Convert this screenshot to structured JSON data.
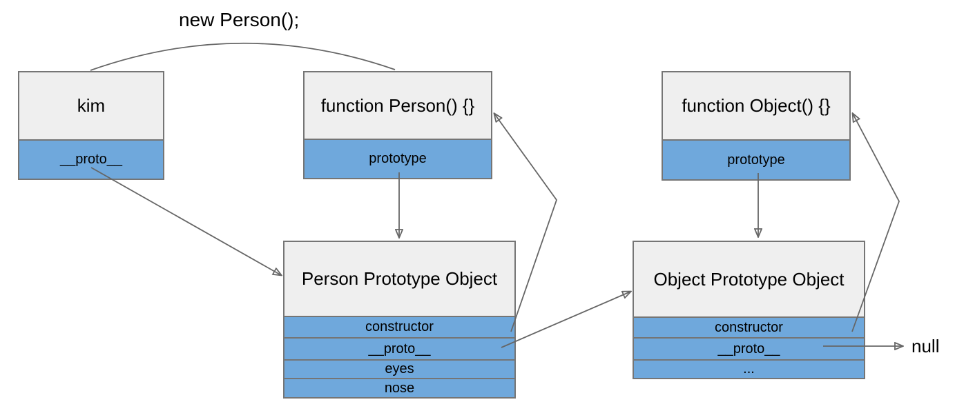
{
  "labels": {
    "new_person": "new Person();",
    "null_label": "null"
  },
  "nodes": {
    "kim": {
      "title": "kim",
      "rows": [
        "__proto__"
      ]
    },
    "function_person": {
      "title": "function Person() {}",
      "rows": [
        "prototype"
      ]
    },
    "function_object": {
      "title": "function Object() {}",
      "rows": [
        "prototype"
      ]
    },
    "person_prototype": {
      "title": "Person Prototype Object",
      "rows": [
        "constructor",
        "__proto__",
        "eyes",
        "nose"
      ]
    },
    "object_prototype": {
      "title": "Object Prototype Object",
      "rows": [
        "constructor",
        "__proto__",
        "..."
      ]
    }
  },
  "edges": [
    {
      "from": "kim",
      "to": "function_person",
      "label": "new Person();",
      "style": "arc",
      "arrowhead": false
    },
    {
      "from": "kim.__proto__",
      "to": "person_prototype",
      "arrowhead": true
    },
    {
      "from": "function_person.prototype",
      "to": "person_prototype",
      "arrowhead": true
    },
    {
      "from": "person_prototype.constructor",
      "to": "function_person",
      "arrowhead": true
    },
    {
      "from": "person_prototype.__proto__",
      "to": "object_prototype",
      "arrowhead": true
    },
    {
      "from": "function_object.prototype",
      "to": "object_prototype",
      "arrowhead": true
    },
    {
      "from": "object_prototype.constructor",
      "to": "function_object",
      "arrowhead": true
    },
    {
      "from": "object_prototype.__proto__",
      "to": "null",
      "arrowhead": true
    }
  ],
  "colors": {
    "node_header_fill": "#efefef",
    "node_row_fill": "#6fa8dc",
    "node_border": "#757575",
    "arrow": "#666666",
    "text": "#000000",
    "background": "#ffffff"
  }
}
